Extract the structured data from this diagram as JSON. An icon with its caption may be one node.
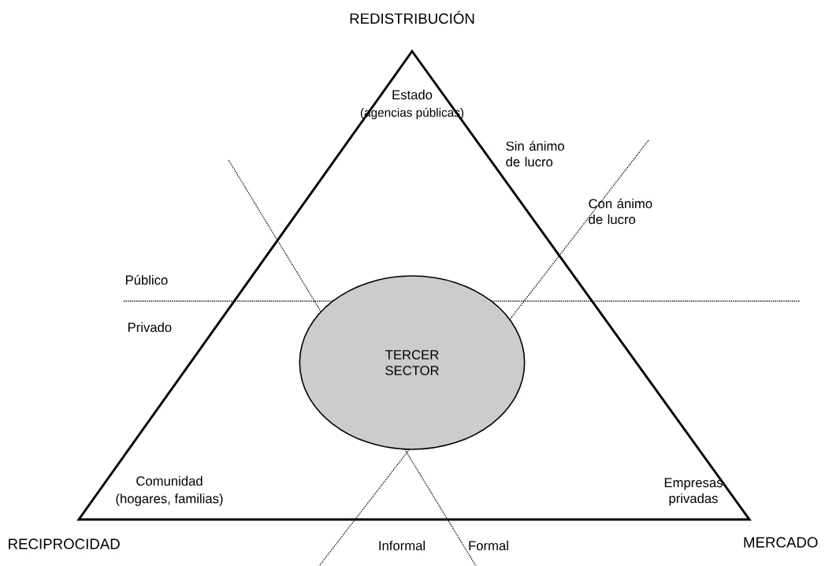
{
  "diagram": {
    "nodes": [
      {
        "text": [
          "TERCER SECTOR"
        ]
      }
    ],
    "labels": [
      "REDISTRIBUCIÓN",
      "Estado",
      "(agencias públicas)",
      "Sin ánimo de lucro",
      "Con ánimo de lucro",
      "Público",
      "Privado",
      "Comunidad",
      "(hogares, familias)",
      "Empresas privadas",
      "RECIPROCIDAD",
      "Informal",
      "Formal",
      "MERCADO"
    ]
  }
}
